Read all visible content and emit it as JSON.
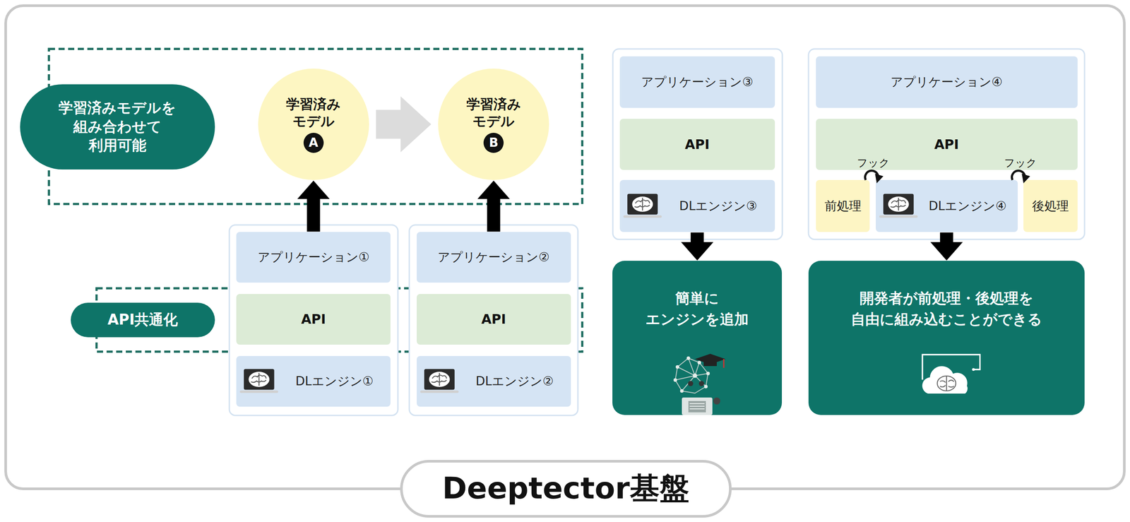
{
  "diagram": {
    "nodes": [
      {
        "text": [
          "学習済みモデルを 組み合わせて 利用可能"
        ]
      },
      {
        "text": [
          "学習済み モデル",
          "A"
        ]
      },
      {
        "text": [
          "学習済み モデル",
          "B"
        ]
      },
      {
        "text": [
          "API共通化"
        ]
      },
      {
        "text": [
          "アプリケーション①"
        ]
      },
      {
        "text": [
          "API"
        ]
      },
      {
        "text": [
          "DLエンジン①"
        ]
      },
      {
        "text": [
          "アプリケーション②"
        ]
      },
      {
        "text": [
          "API"
        ]
      },
      {
        "text": [
          "DLエンジン②"
        ]
      },
      {
        "text": [
          "アプリケーション③"
        ]
      },
      {
        "text": [
          "API"
        ]
      },
      {
        "text": [
          "DLエンジン③"
        ]
      },
      {
        "text": [
          "簡単に エンジンを追加"
        ]
      },
      {
        "text": [
          "アプリケーション④"
        ]
      },
      {
        "text": [
          "API"
        ]
      },
      {
        "text": [
          "前処理"
        ]
      },
      {
        "text": [
          "DLエンジン④"
        ]
      },
      {
        "text": [
          "後処理"
        ]
      },
      {
        "text": [
          "開発者が前処理・後処理を 自由に組み込むことができる"
        ]
      },
      {
        "text": [
          "Deeptector基盤"
        ]
      }
    ],
    "edges": [
      {
        "from": 4,
        "to": 1,
        "arrow": "to"
      },
      {
        "from": 7,
        "to": 2,
        "arrow": "to"
      },
      {
        "from": 1,
        "to": 2,
        "arrow": "to"
      },
      {
        "from": 12,
        "to": 13,
        "arrow": "to"
      },
      {
        "from": 17,
        "to": 19,
        "arrow": "to"
      }
    ],
    "labels": [
      "フック",
      "フック"
    ]
  }
}
